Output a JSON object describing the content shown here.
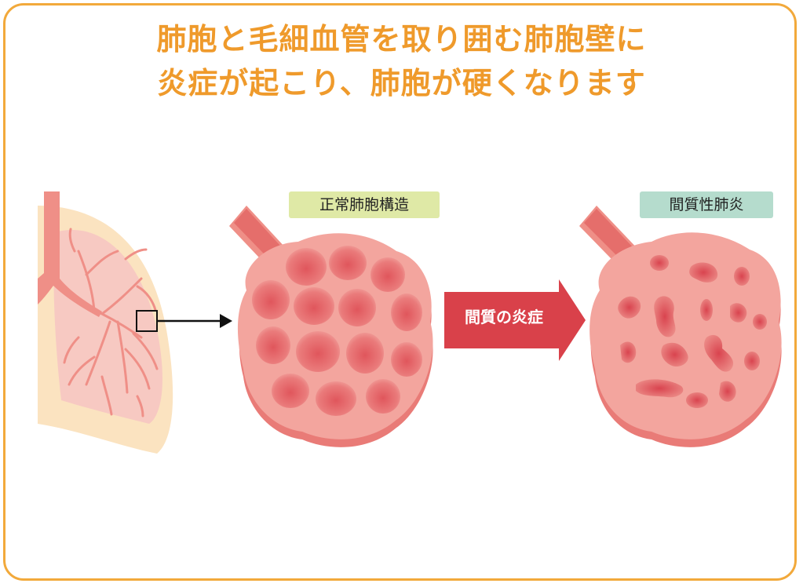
{
  "title": {
    "line1": "肺胞と毛細血管を取り囲む肺胞壁に",
    "line2": "炎症が起こり、肺胞が硬くなります"
  },
  "labels": {
    "normal": "正常肺胞構造",
    "interstitial_pneumonia": "間質性肺炎",
    "arrow": "間質の炎症"
  },
  "colors": {
    "border": "#f2a93b",
    "title": "#ef9a2b",
    "alveolus": "#ef8f87",
    "alveolus_dark": "#e06a68",
    "arrow": "#d9414a",
    "tag_normal": "#dfe9a6",
    "tag_ip": "#b5dccd"
  }
}
